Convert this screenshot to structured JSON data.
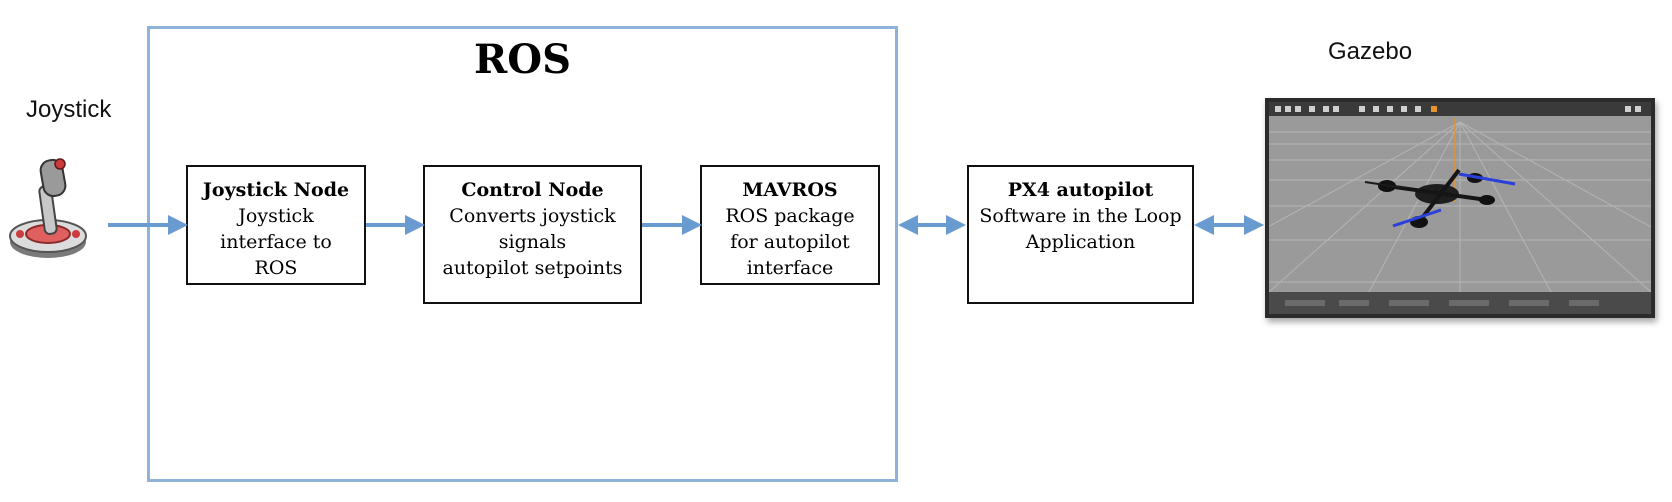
{
  "labels": {
    "joystick": "Joystick",
    "ros": "ROS",
    "gazebo": "Gazebo"
  },
  "nodes": [
    {
      "title": "Joystick Node",
      "desc": "Joystick\ninterface to\nROS"
    },
    {
      "title": "Control Node",
      "desc": "Converts joystick\nsignals\nautopilot setpoints"
    },
    {
      "title": "MAVROS",
      "desc": "ROS package\nfor autopilot\ninterface"
    },
    {
      "title": "PX4 autopilot",
      "desc": "Software in the Loop\nApplication"
    }
  ],
  "colors": {
    "frame": "#8fb2d9",
    "arrow": "#6a9bd0"
  },
  "icons": [
    "joystick-icon",
    "gazebo-simulator-screenshot",
    "quadcopter-icon"
  ]
}
